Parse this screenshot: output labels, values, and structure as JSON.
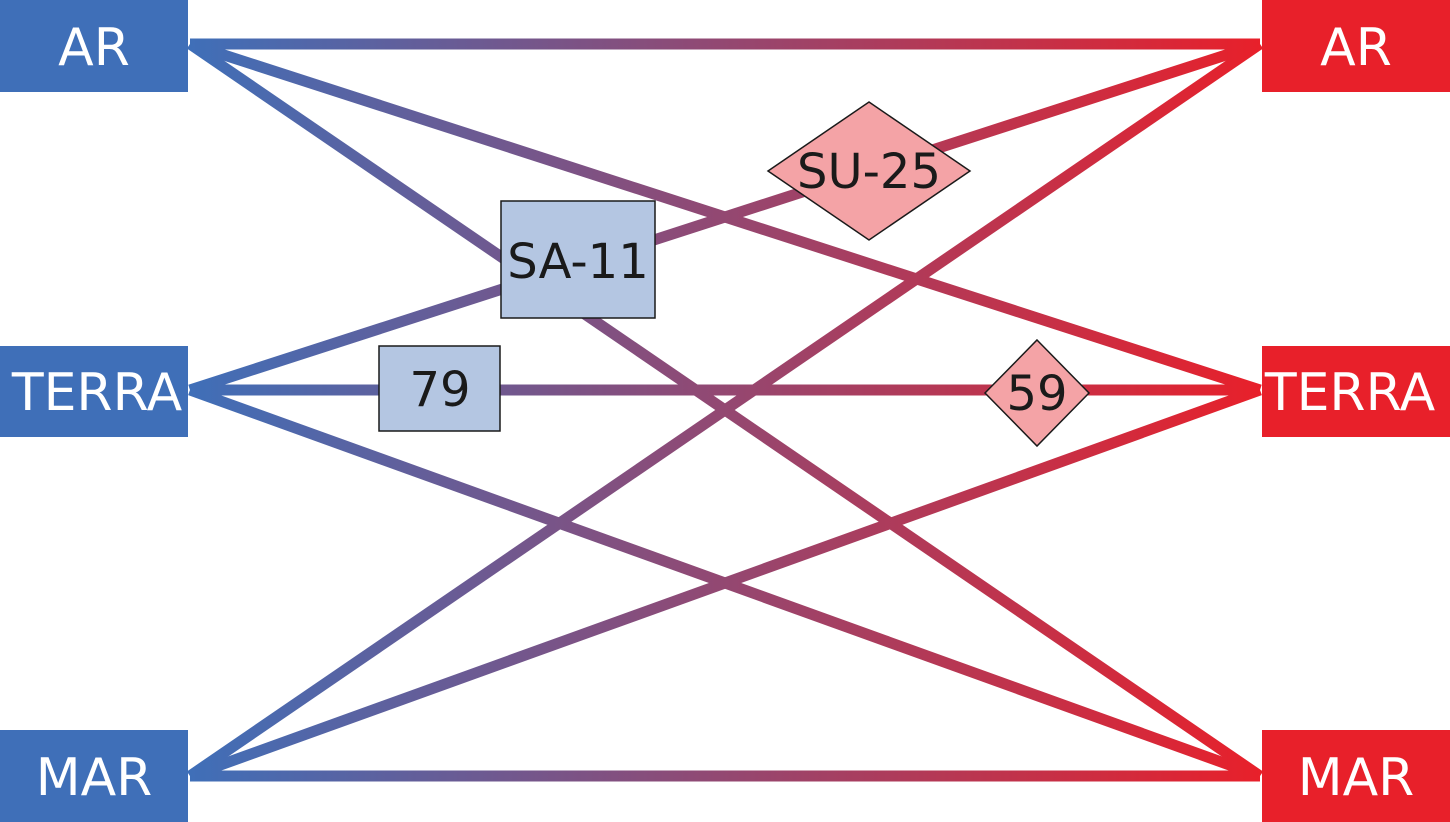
{
  "colors": {
    "left": "#3f6fb8",
    "right": "#e8202a",
    "blue_marker_fill": "#b4c6e2",
    "red_marker_fill": "#f4a3a6",
    "marker_stroke": "#1a1a1a"
  },
  "left_nodes": [
    {
      "id": "ar",
      "label": "AR"
    },
    {
      "id": "terra",
      "label": "TERRA"
    },
    {
      "id": "mar",
      "label": "MAR"
    }
  ],
  "right_nodes": [
    {
      "id": "ar",
      "label": "AR"
    },
    {
      "id": "terra",
      "label": "TERRA"
    },
    {
      "id": "mar",
      "label": "MAR"
    }
  ],
  "edges": [
    {
      "from": "ar",
      "to": "ar"
    },
    {
      "from": "ar",
      "to": "terra"
    },
    {
      "from": "ar",
      "to": "mar"
    },
    {
      "from": "terra",
      "to": "ar"
    },
    {
      "from": "terra",
      "to": "terra"
    },
    {
      "from": "terra",
      "to": "mar"
    },
    {
      "from": "mar",
      "to": "ar"
    },
    {
      "from": "mar",
      "to": "terra"
    },
    {
      "from": "mar",
      "to": "mar"
    }
  ],
  "markers": [
    {
      "id": "sa-11",
      "label": "SA-11",
      "shape": "square"
    },
    {
      "id": "su-25",
      "label": "SU-25",
      "shape": "diamond"
    },
    {
      "id": "79",
      "label": "79",
      "shape": "square"
    },
    {
      "id": "59",
      "label": "59",
      "shape": "diamond"
    }
  ]
}
